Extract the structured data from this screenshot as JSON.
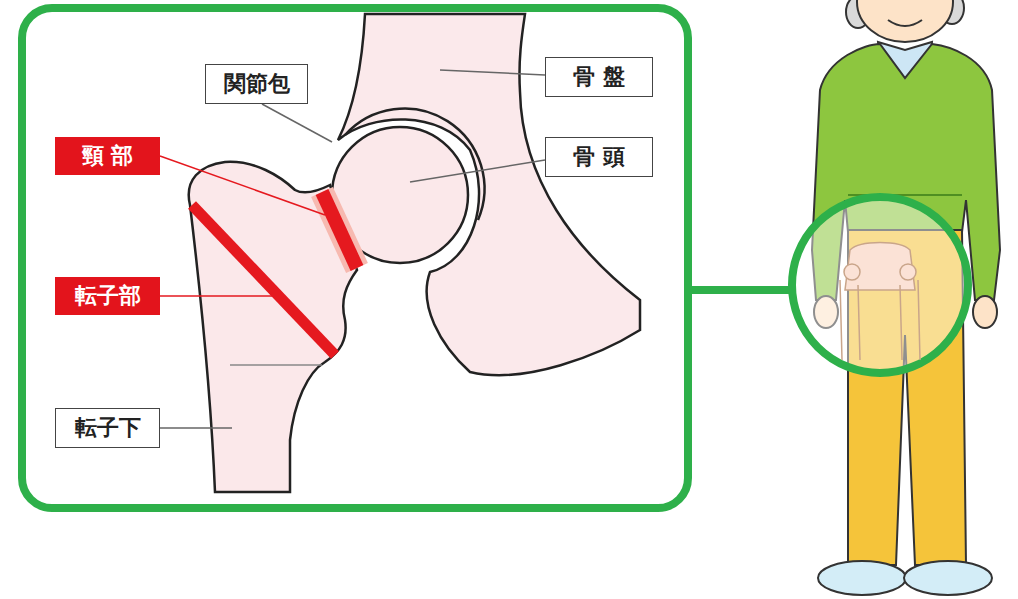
{
  "diagram": {
    "nodes": [
      {
        "text": [
          "関節包"
        ]
      },
      {
        "text": [
          "骨 盤"
        ]
      },
      {
        "text": [
          "頸 部"
        ]
      },
      {
        "text": [
          "骨 頭"
        ]
      },
      {
        "text": [
          "転子部"
        ]
      },
      {
        "text": [
          "転子下"
        ]
      }
    ]
  }
}
